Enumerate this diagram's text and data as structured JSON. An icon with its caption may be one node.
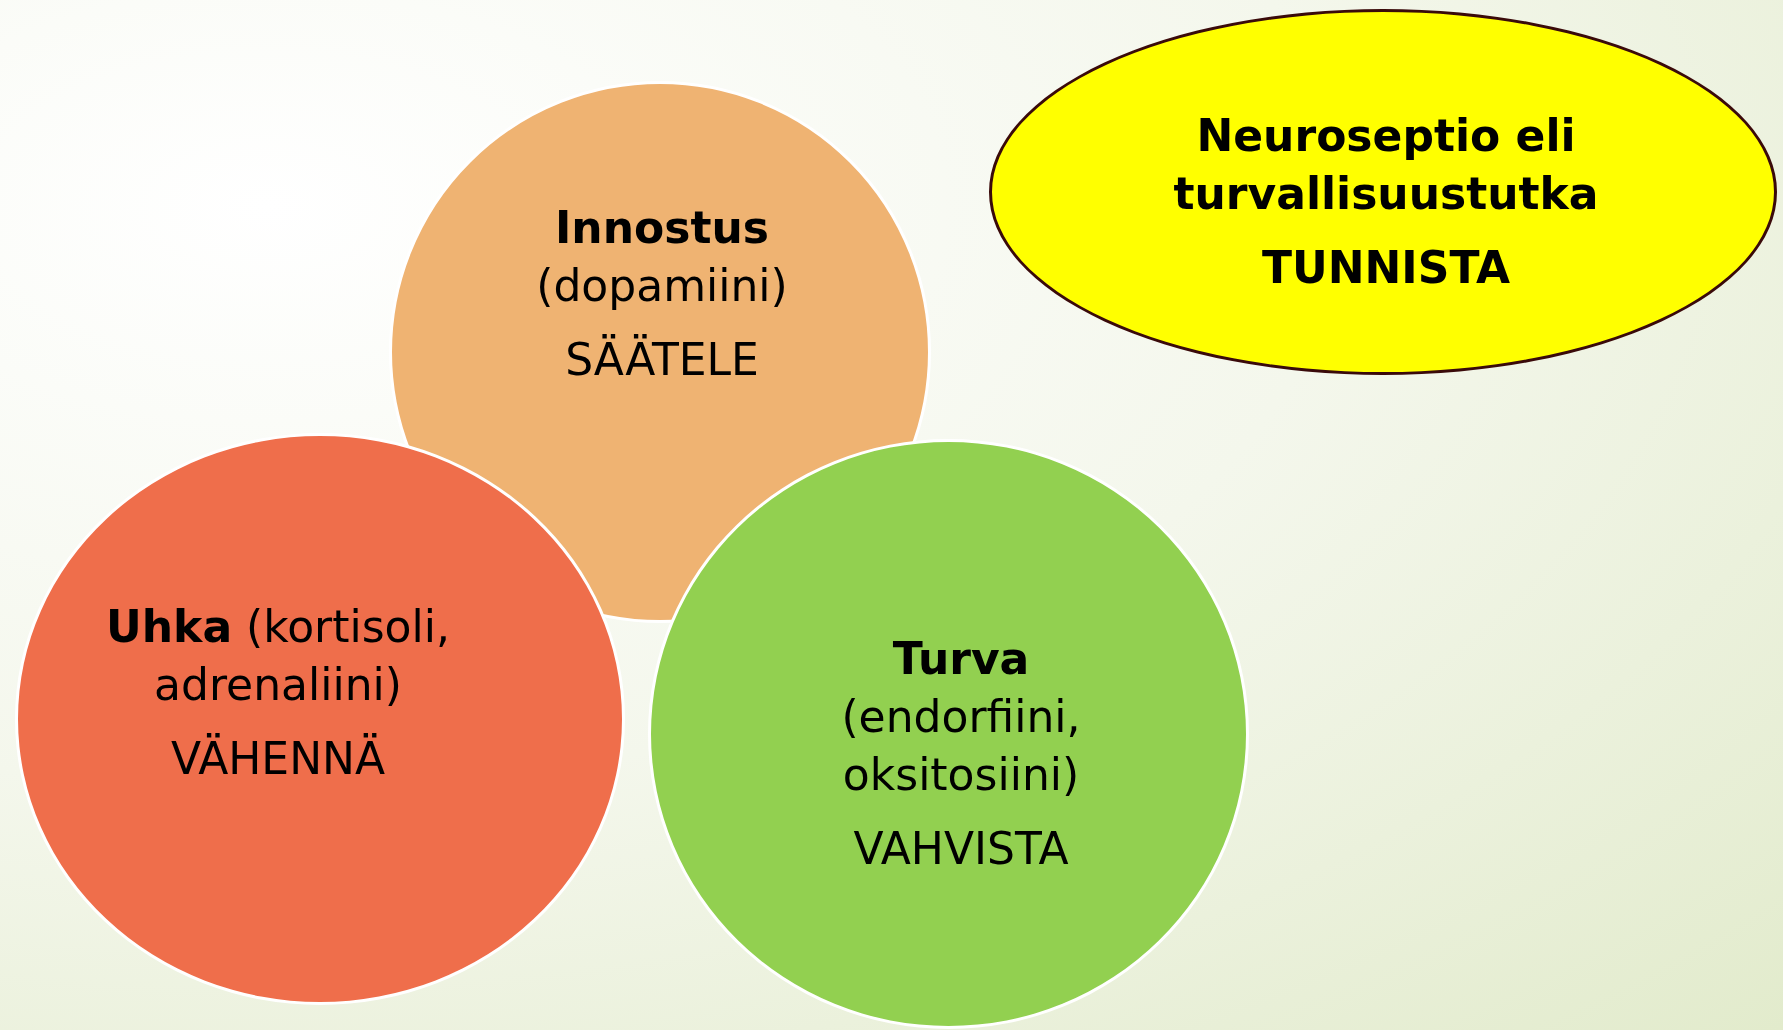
{
  "diagram": {
    "nodes": [
      {
        "text": [
          "Neuroseptio eli turvallisuustutka",
          "TUNNISTA"
        ]
      },
      {
        "text": [
          "Innostus",
          "(dopamiini)",
          "SÄÄTELE"
        ]
      },
      {
        "text": [
          "**Uhka** (kortisoli, adrenaliini)",
          "VÄHENNÄ"
        ]
      },
      {
        "text": [
          "Turva",
          "(endorfiini, oksitosiini)",
          "VAHVISTA"
        ]
      }
    ],
    "edges": []
  }
}
